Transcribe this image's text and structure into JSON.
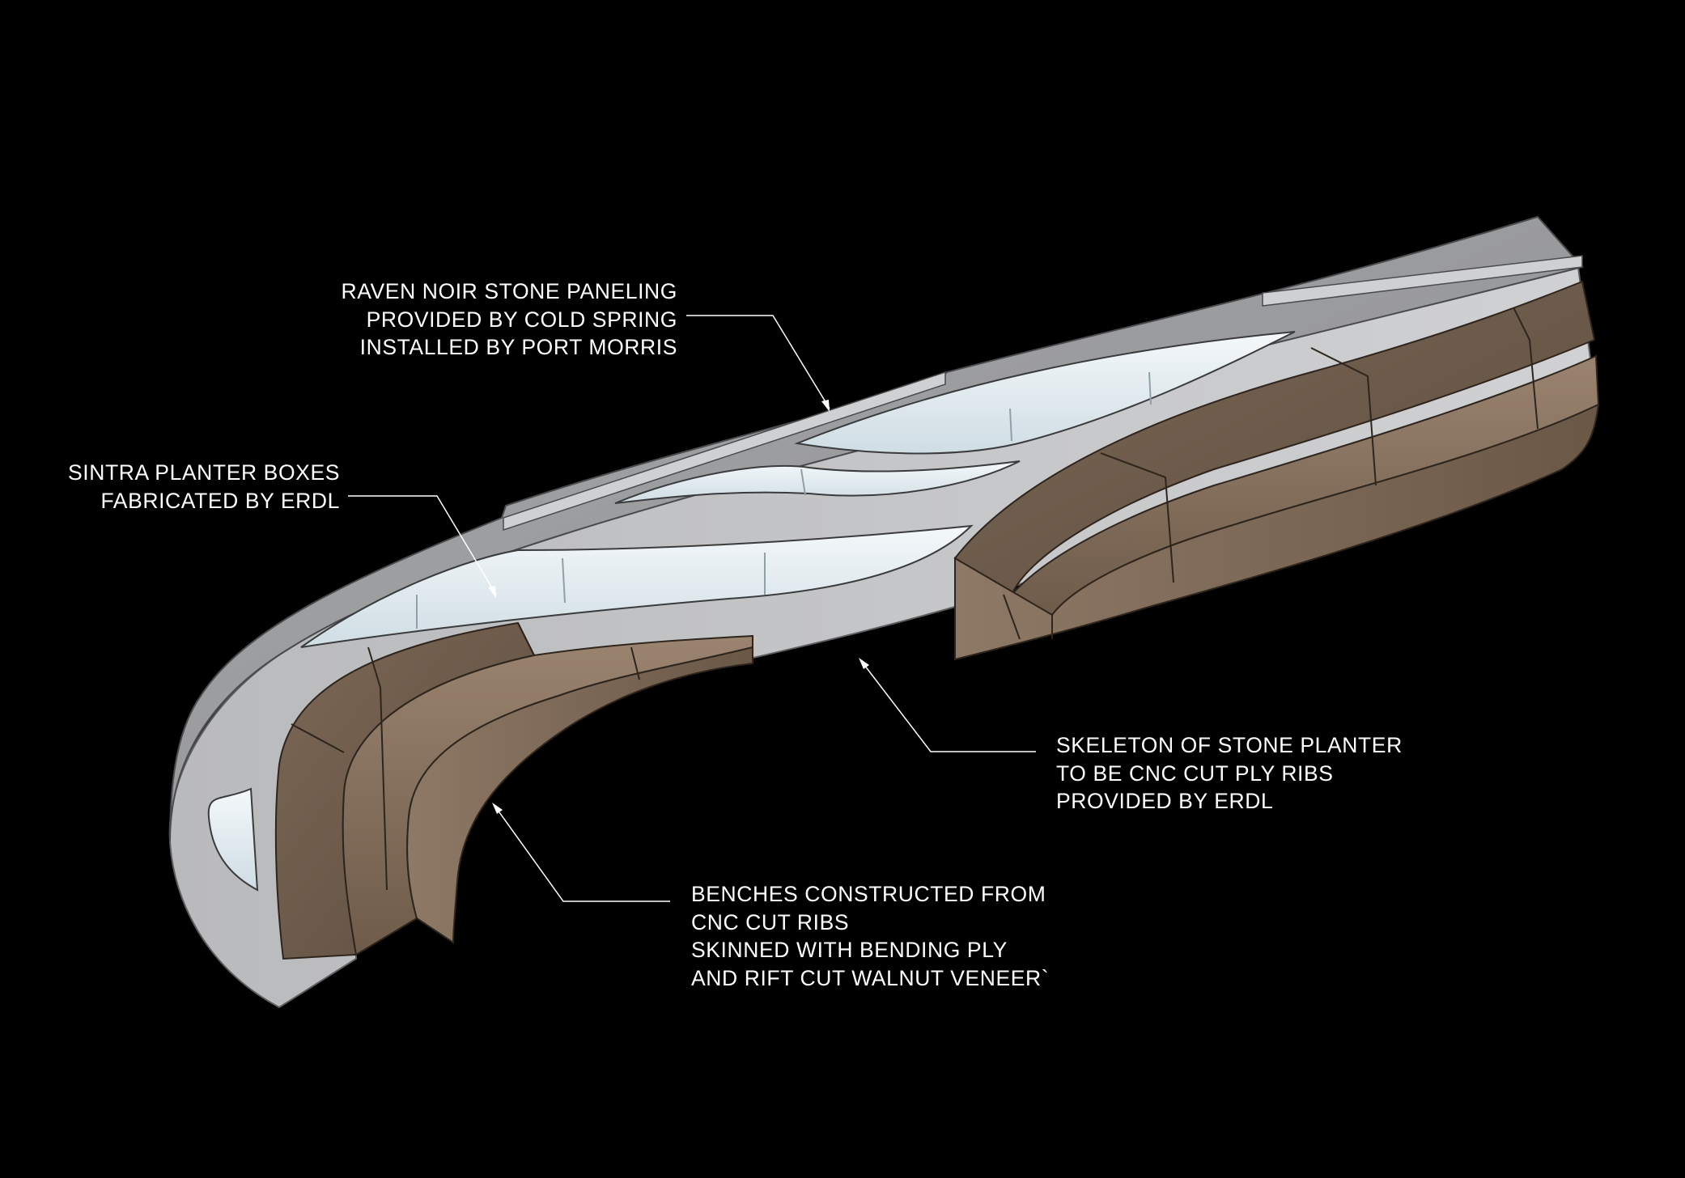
{
  "colors": {
    "background": "#000000",
    "stone_top": "#9a9b9d",
    "stone_side": "#c2c3c5",
    "planter_glass": "#dfe9ee",
    "walnut_light": "#8a7563",
    "walnut_dark": "#5b4b3d",
    "leader_line": "#ffffff",
    "text": "#ffffff"
  },
  "callouts": [
    {
      "id": "stone-paneling",
      "lines": [
        "RAVEN NOIR STONE PANELING",
        "PROVIDED BY COLD SPRING",
        "INSTALLED BY PORT MORRIS"
      ]
    },
    {
      "id": "planter-boxes",
      "lines": [
        "SINTRA PLANTER BOXES",
        "FABRICATED BY ERDL"
      ]
    },
    {
      "id": "skeleton",
      "lines": [
        "SKELETON OF STONE PLANTER",
        "TO BE CNC CUT PLY RIBS",
        "PROVIDED BY ERDL"
      ]
    },
    {
      "id": "benches",
      "lines": [
        "BENCHES CONSTRUCTED FROM",
        "CNC CUT RIBS",
        "SKINNED WITH BENDING PLY",
        "AND RIFT CUT WALNUT VENEER`"
      ]
    }
  ]
}
